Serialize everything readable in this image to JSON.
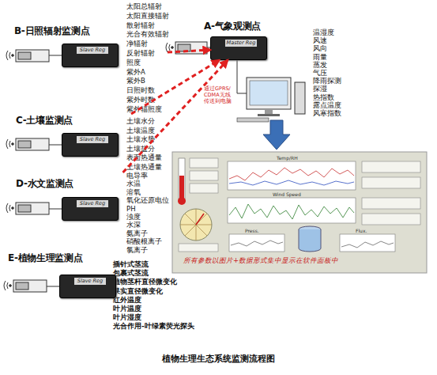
{
  "diagram": {
    "caption": "植物生理生态系统监测流程图",
    "nodes": [
      {
        "text": [
          "A-气象观测点",
          "温湿度 风速 风向 雨量 蒸发 气压 降雨探测 探湿 热指数 露点温度 风寒指数"
        ]
      },
      {
        "text": [
          "Master Reg"
        ],
        "in": 0
      },
      {
        "text": [
          "B-日照辐射监测点",
          "太阳总辐射 太阳直接辐射 散射辐射 光合有效辐射 净辐射 反射辐射 照度 紫外A 紫外B 日照时数 紫外时数 紫外辐照度"
        ]
      },
      {
        "text": [
          "Slave Reg"
        ],
        "in": 2
      },
      {
        "text": [
          "C-土壤监测点",
          "土壤水分 土壤温度 土壤水势 土壤盐分 表面热通量 土壤热通量"
        ]
      },
      {
        "text": [
          "Slave Reg"
        ],
        "in": 4
      },
      {
        "text": [
          "D-水文监测点",
          "电导率 水温 溶氧 氧化还原电位 PH 浊度 水深 氨离子 硝酸根离子 氯离子"
        ]
      },
      {
        "text": [
          "Slave Reg"
        ],
        "in": 6
      },
      {
        "text": [
          "E-植物生理监测点",
          "插针式茎流 包裹式茎流 植物茎杆直径微变化 果实直径微变化 红外温度 叶片温度 叶片湿度 光合作用-叶绿素荧光探头"
        ]
      },
      {
        "text": [
          "Slave Reg"
        ],
        "in": 8
      }
    ],
    "edges": [
      {
        "from": 2,
        "to": 1,
        "arrow": "to"
      },
      {
        "from": 4,
        "to": 1,
        "arrow": "to"
      },
      {
        "from": 6,
        "to": 1,
        "arrow": "to"
      }
    ],
    "labels": [
      "通过GPRS/ CDMA无线 传送到电脑",
      "所有参数以图片+数据形式集中显示在软件面板中",
      "Temp/RH",
      "Wind Speed",
      "Press.",
      "Flux."
    ]
  }
}
